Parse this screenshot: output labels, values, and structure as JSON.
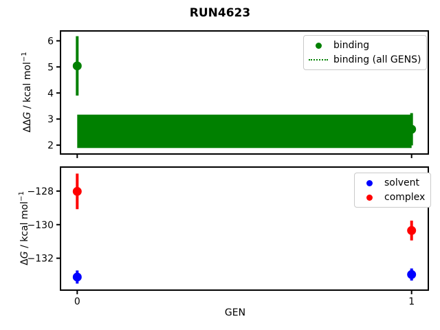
{
  "title": "RUN4623",
  "axis_color": "#000000",
  "background": "#ffffff",
  "chart_data": [
    {
      "type": "scatter",
      "name": "ddg-plot",
      "ylabel": {
        "pre": "ΔΔ",
        "var": "G",
        "post": " / kcal mol",
        "sup": "−1"
      },
      "xlim": [
        -0.05,
        1.05
      ],
      "ylim": [
        1.66,
        6.38
      ],
      "yticks": [
        2,
        3,
        4,
        5,
        6
      ],
      "ytick_labels": [
        "2",
        "3",
        "4",
        "5",
        "6"
      ],
      "xticks": [
        0,
        1
      ],
      "xtick_labels": [
        "",
        ""
      ],
      "grid": false,
      "series": [
        {
          "name": "binding",
          "color": "#008000",
          "marker": "circle",
          "x": [
            0,
            1
          ],
          "y": [
            5.04,
            2.61
          ],
          "yerr": [
            1.14,
            0.62
          ]
        }
      ],
      "band": {
        "name": "binding-all-gens",
        "label": "binding (all GENS)",
        "color": "#008000",
        "x": [
          0,
          1
        ],
        "y_low": 1.89,
        "y_high": 3.17
      },
      "legend": {
        "position": "upper right",
        "items": [
          {
            "label": "binding",
            "marker": "dot",
            "color": "#008000"
          },
          {
            "label": "binding (all GENS)",
            "marker": "dotted-line",
            "color": "#008000"
          }
        ]
      }
    },
    {
      "type": "scatter",
      "name": "dg-plot",
      "xlabel": "GEN",
      "ylabel": {
        "pre": "Δ",
        "var": "G",
        "post": " / kcal mol",
        "sup": "−1"
      },
      "xlim": [
        -0.05,
        1.05
      ],
      "ylim": [
        -133.9,
        -126.57
      ],
      "yticks": [
        -128,
        -130,
        -132
      ],
      "ytick_labels": [
        "−128",
        "−130",
        "−132"
      ],
      "xticks": [
        0,
        1
      ],
      "xtick_labels": [
        "0",
        "1"
      ],
      "grid": false,
      "series": [
        {
          "name": "solvent",
          "color": "#0000ff",
          "marker": "circle",
          "x": [
            0,
            1
          ],
          "y": [
            -133.12,
            -132.97
          ],
          "yerr": [
            0.39,
            0.36
          ]
        },
        {
          "name": "complex",
          "color": "#ff0000",
          "marker": "circle",
          "x": [
            0,
            1
          ],
          "y": [
            -128.02,
            -130.35
          ],
          "yerr": [
            1.06,
            0.59
          ]
        }
      ],
      "legend": {
        "position": "upper right",
        "items": [
          {
            "label": "solvent",
            "marker": "dot",
            "color": "#0000ff"
          },
          {
            "label": "complex",
            "marker": "dot",
            "color": "#ff0000"
          }
        ]
      }
    }
  ]
}
